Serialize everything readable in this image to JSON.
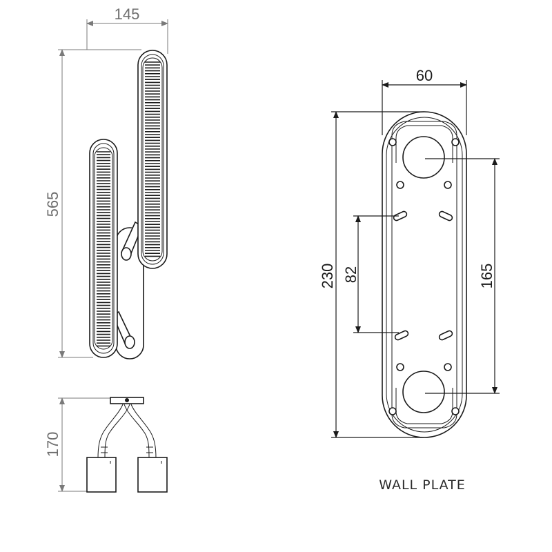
{
  "front_view": {
    "width_label": "145",
    "height_label": "565"
  },
  "bottom_view": {
    "depth_label": "170"
  },
  "wall_plate": {
    "width_label": "60",
    "height_label": "230",
    "inner_slot_label": "82",
    "hole_spacing_label": "165",
    "caption": "WALL PLATE"
  }
}
